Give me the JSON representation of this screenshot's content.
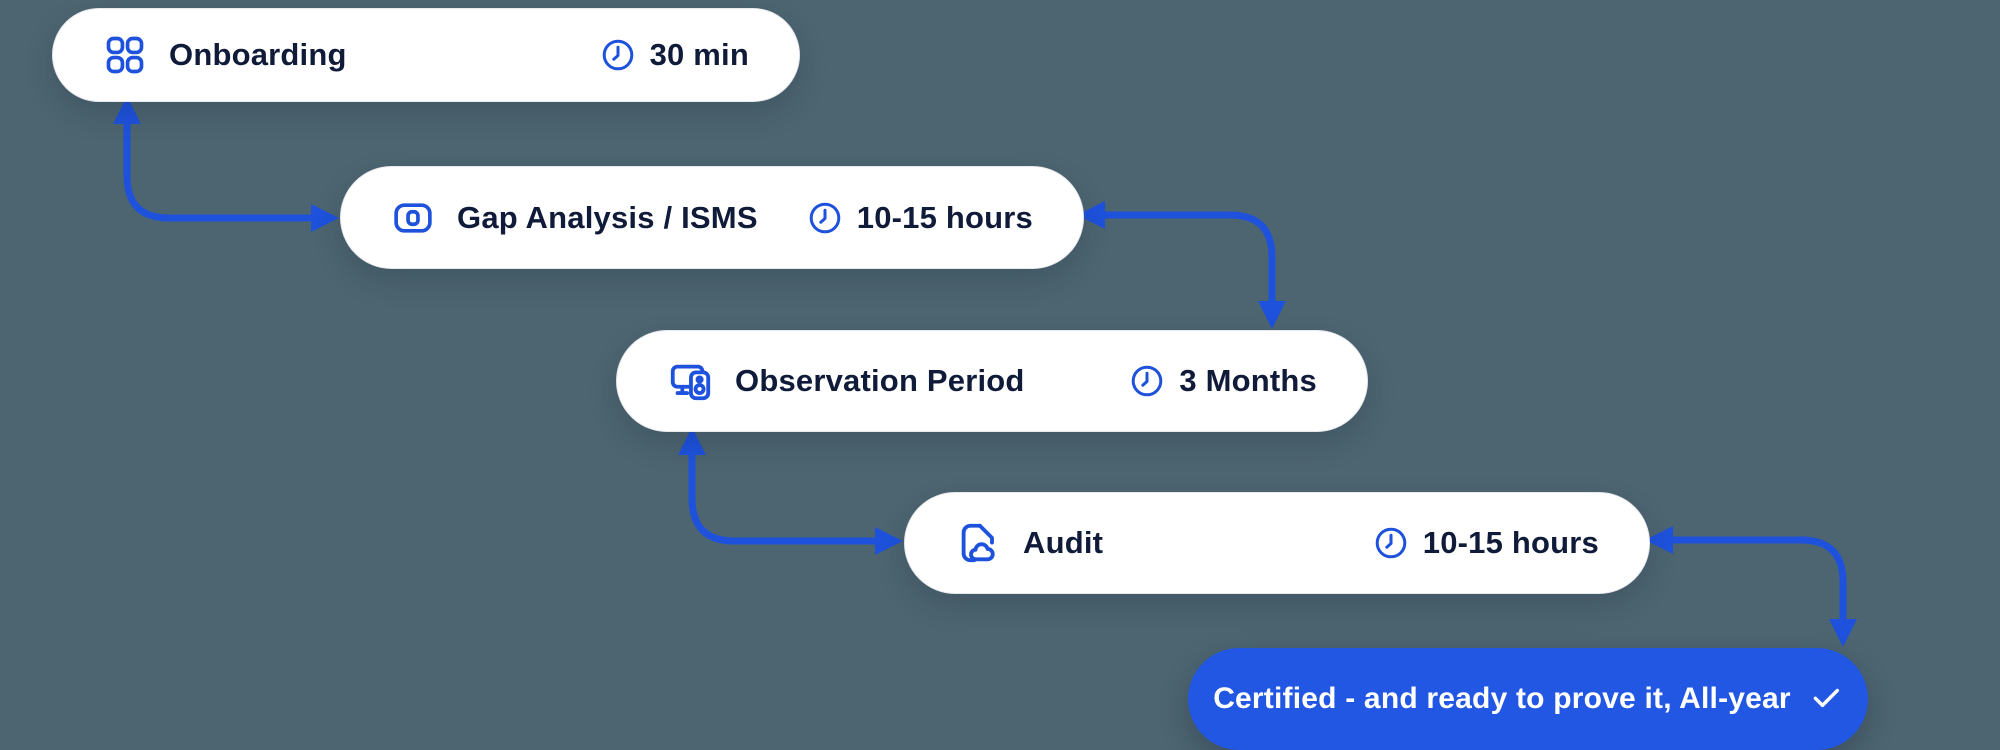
{
  "colors": {
    "bg": "#4d6570",
    "accent": "#1e52dc",
    "pill": "#2257e4",
    "text": "#101b39",
    "card_border": "#e7e9ee"
  },
  "steps": [
    {
      "label": "Onboarding",
      "duration": "30 min",
      "icon": "grid-icon"
    },
    {
      "label": "Gap Analysis / ISMS",
      "duration": "10-15 hours",
      "icon": "frame-icon"
    },
    {
      "label": "Observation Period",
      "duration": "3 Months",
      "icon": "monitor-device-icon"
    },
    {
      "label": "Audit",
      "duration": "10-15 hours",
      "icon": "file-cloud-icon"
    }
  ],
  "result": {
    "label": "Certified - and ready to prove it, All-year",
    "icon": "check-icon"
  }
}
